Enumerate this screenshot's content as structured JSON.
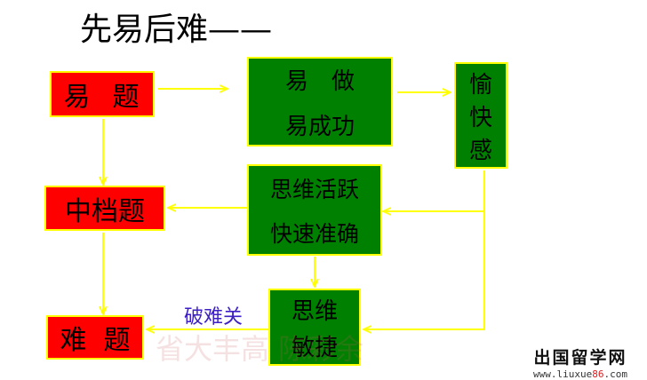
{
  "title": "先易后难——",
  "boxes": {
    "easy": "易  题",
    "mid": "中档题",
    "hard": "难  题",
    "easy_do_1": "易　做",
    "easy_do_2": "易成功",
    "happy": [
      "愉",
      "快",
      "感"
    ],
    "active_1": "思维活跃",
    "active_2": "快速准确",
    "agile_1": "思维",
    "agile_2": "敏捷"
  },
  "edge_label": "破难关",
  "watermark": "省大丰高  陈彩余",
  "site": {
    "name": "出国留学网",
    "url_pre": "www.liuxue",
    "url_hl": "86",
    "url_post": ".com"
  },
  "colors": {
    "red_box": "#ff0000",
    "green_box": "#008000",
    "arrow": "#ffff00",
    "label": "#3d1fc4"
  }
}
